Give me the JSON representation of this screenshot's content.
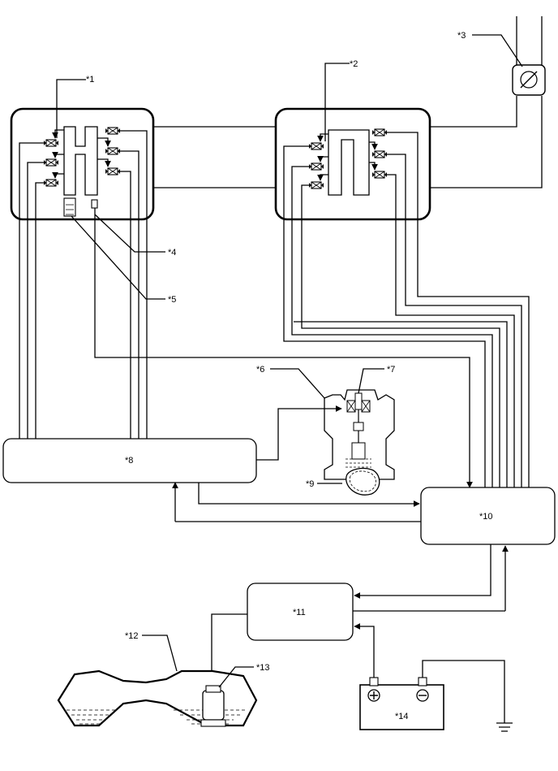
{
  "diagram": {
    "labels": {
      "l1": "*1",
      "l2": "*2",
      "l3": "*3",
      "l4": "*4",
      "l5": "*5",
      "l6": "*6",
      "l7": "*7",
      "l8": "*8",
      "l9": "*9",
      "l10": "*10",
      "l11": "*11",
      "l12": "*12",
      "l13": "*13",
      "l14": "*14"
    }
  }
}
